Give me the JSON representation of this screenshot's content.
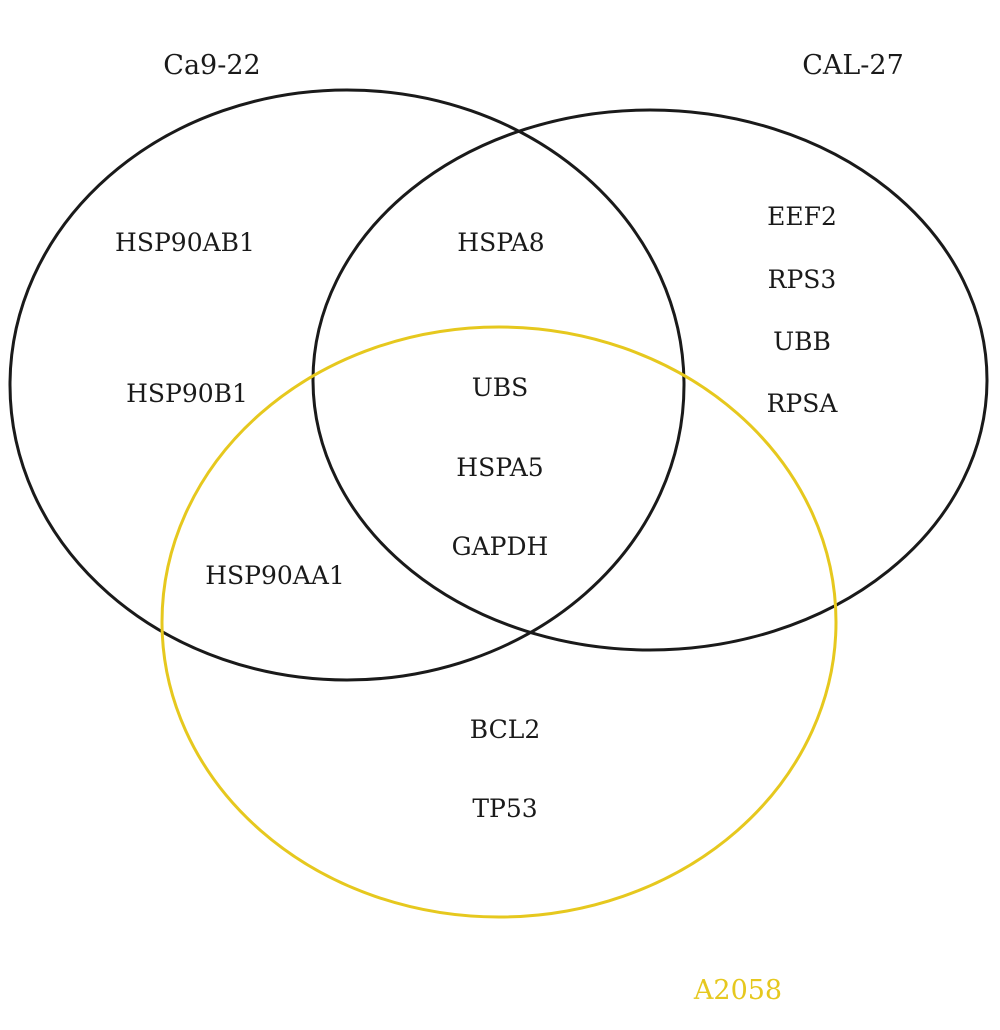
{
  "sets": [
    {
      "id": "ca9",
      "label": "Ca9-22",
      "color": "#1a1a1a"
    },
    {
      "id": "cal",
      "label": "CAL-27",
      "color": "#1a1a1a"
    },
    {
      "id": "a2058",
      "label": "A2058",
      "color": "#e6c81e"
    }
  ],
  "regions": {
    "ca9_only": [
      "HSP90AB1",
      "HSP90B1"
    ],
    "cal_only": [
      "EEF2",
      "RPS3",
      "UBB",
      "RPSA"
    ],
    "ca9_cal": [
      "HSPA8"
    ],
    "ca9_cal_a2058": [
      "UBS",
      "HSPA5",
      "GAPDH"
    ],
    "ca9_a2058": [
      "HSP90AA1"
    ],
    "a2058_only": [
      "BCL2",
      "TP53"
    ]
  }
}
